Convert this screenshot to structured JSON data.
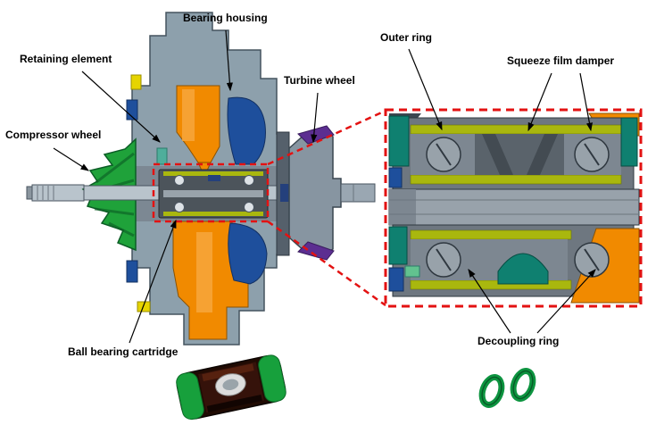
{
  "figure": {
    "labels": {
      "bearing_housing": "Bearing housing",
      "retaining_element": "Retaining element",
      "compressor_wheel": "Compressor wheel",
      "turbine_wheel": "Turbine wheel",
      "outer_ring": "Outer ring",
      "squeeze_film_damper": "Squeeze film damper",
      "ball_bearing_cartridge": "Ball bearing cartridge",
      "decoupling_ring": "Decoupling ring"
    },
    "colors": {
      "callout_red": "#e31212",
      "housing_gray": "#8da0ac",
      "oil_orange": "#f18a00",
      "volute_blue": "#1e4f9c",
      "compressor_green": "#1fa23a",
      "turbine_purple": "#5c2e91",
      "damper_olive": "#a9b70e",
      "ring_teal": "#0f8070",
      "decoupling_green": "#0d9440"
    }
  }
}
